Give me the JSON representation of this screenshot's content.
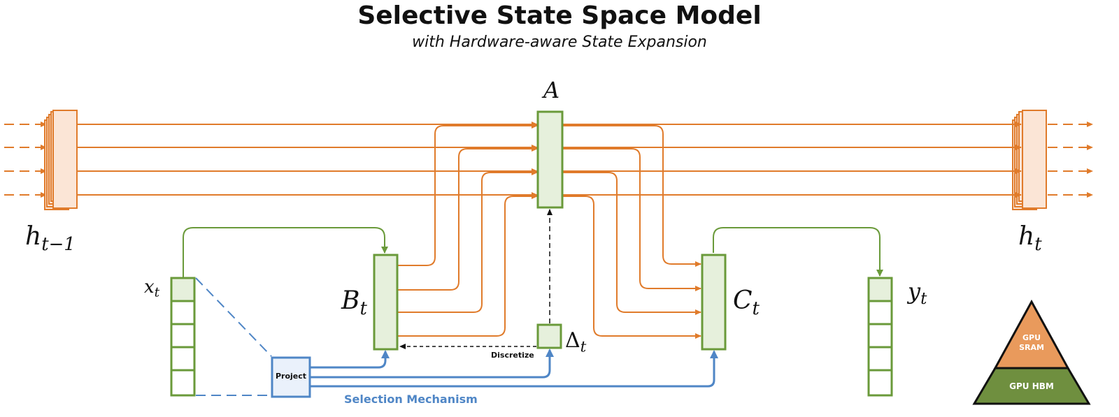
{
  "title": "Selective State Space Model",
  "subtitle": "with Hardware-aware State Expansion",
  "labels": {
    "h_prev_base": "h",
    "h_prev_sub": "t−1",
    "h_next_base": "h",
    "h_next_sub": "t",
    "A": "A",
    "B_base": "B",
    "B_sub": "t",
    "C_base": "C",
    "C_sub": "t",
    "x_base": "x",
    "x_sub": "t",
    "y_base": "y",
    "y_sub": "t",
    "delta_base": "Δ",
    "delta_sub": "t",
    "project": "Project",
    "discretize": "Discretize",
    "selection": "Selection Mechanism",
    "sram_line1": "GPU",
    "sram_line2": "SRAM",
    "hbm": "GPU HBM"
  },
  "colors": {
    "orange": "#e07b2b",
    "orange_fill": "#fbe5d6",
    "orange_tri": "#e99a5c",
    "green": "#6a9a3a",
    "green_fill": "#e6f0dc",
    "green_tri": "#6f8f3f",
    "blue": "#4f86c6",
    "blue_fill": "#eaf1fb",
    "text": "#111111"
  }
}
